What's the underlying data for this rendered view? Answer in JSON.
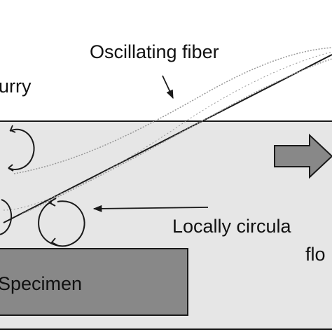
{
  "labels": {
    "oscillating_fiber": "Oscillating fiber",
    "slurry": "urry",
    "locally_circulating": "Locally circula",
    "flow": "flo",
    "specimen": "Specimen"
  },
  "colors": {
    "background": "#ffffff",
    "slurry_fill": "#e6e6e6",
    "specimen_fill": "#888888",
    "outline": "#1a1a1a",
    "fiber_path": "#999999",
    "flow_arrow_fill": "#888888"
  },
  "icons": {
    "vortex": "circular-arrow-icon",
    "flow_direction": "block-arrow-right-icon"
  }
}
